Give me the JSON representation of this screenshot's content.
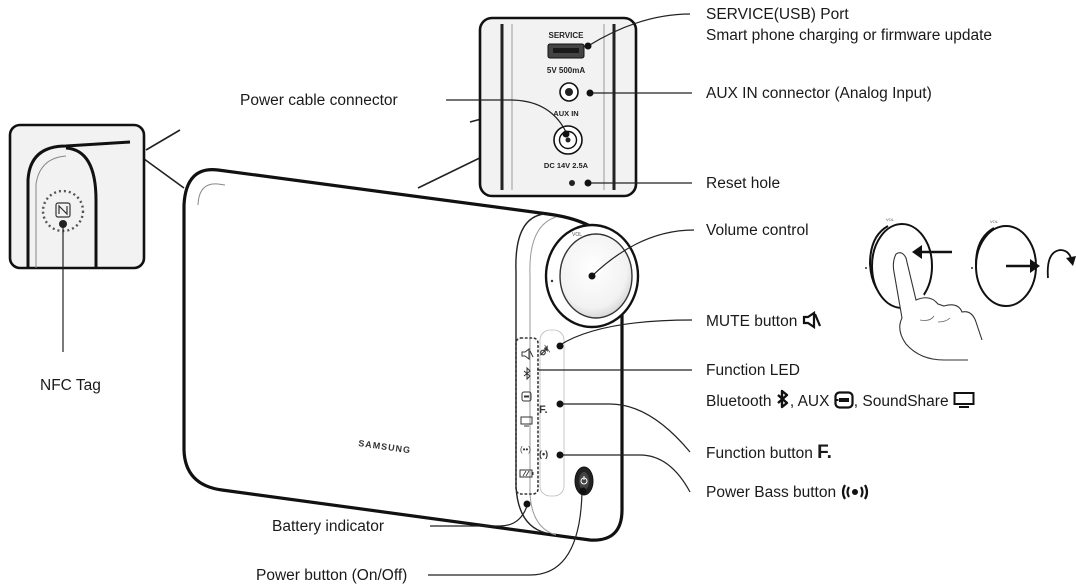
{
  "labels": {
    "service_port_title": "SERVICE(USB) Port",
    "service_port_desc": "Smart phone charging or firmware update",
    "aux_in_connector": "AUX IN connector (Analog Input)",
    "power_cable_connector": "Power cable connector",
    "reset_hole": "Reset hole",
    "volume_control": "Volume control",
    "mute_button": "MUTE button",
    "function_led_title": "Function LED",
    "function_led_bluetooth": "Bluetooth",
    "function_led_aux": ", AUX",
    "function_led_soundshare": ", SoundShare",
    "function_button": "Function button",
    "function_button_glyph": "F.",
    "power_bass_button": "Power Bass button",
    "battery_indicator": "Battery indicator",
    "power_button": "Power button (On/Off)",
    "nfc_tag": "NFC Tag"
  },
  "port_panel": {
    "service": "SERVICE",
    "service_rating": "5V 500mA",
    "aux_in": "AUX IN",
    "dc_rating": "DC 14V 2.5A"
  },
  "device": {
    "brand": "SAMSUNG",
    "knob_label": "VOL"
  },
  "icons": {
    "mute": "speaker-mute-icon",
    "bluetooth": "bluetooth-icon",
    "aux": "aux-plug-icon",
    "soundshare": "tv-icon",
    "power_bass": "radio-waves-icon",
    "nfc": "nfc-n-icon",
    "rotate": "rotate-arrow-icon"
  }
}
